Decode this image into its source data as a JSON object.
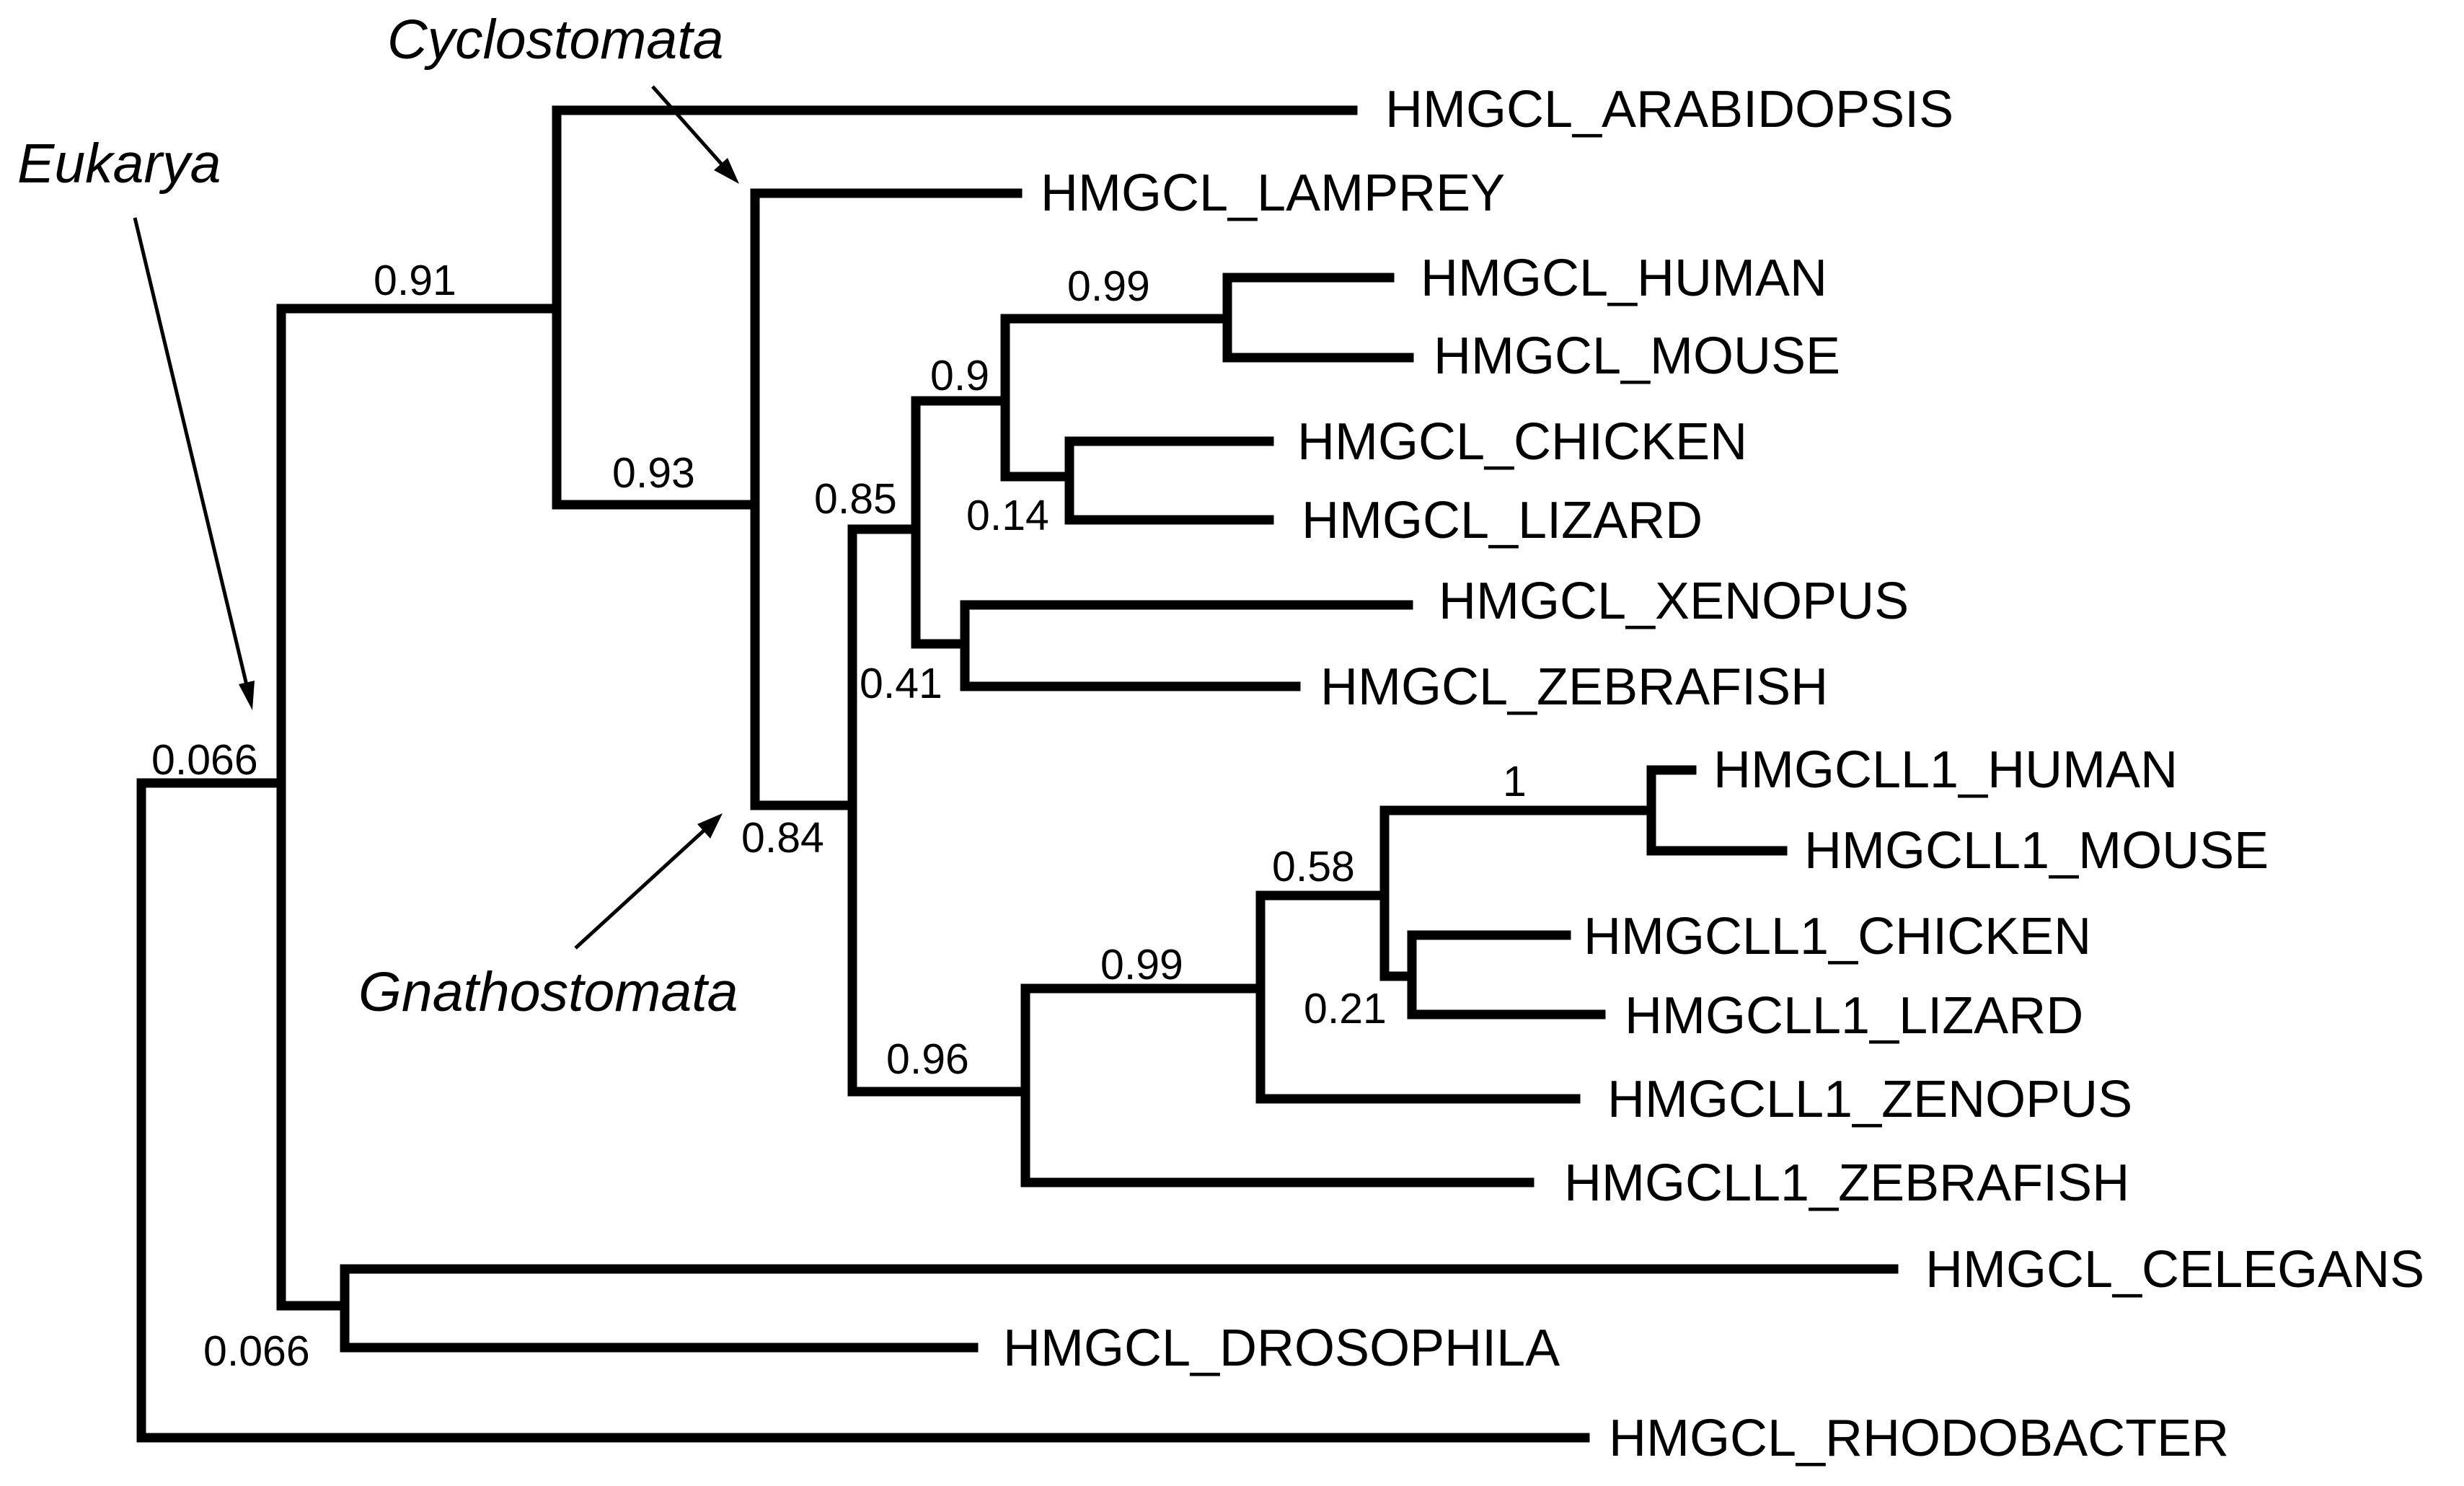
{
  "tree": {
    "leaves": {
      "arabidopsis": "HMGCL_ARABIDOPSIS",
      "lamprey": "HMGCL_LAMPREY",
      "human": "HMGCL_HUMAN",
      "mouse": "HMGCL_MOUSE",
      "chicken": "HMGCL_CHICKEN",
      "lizard": "HMGCL_LIZARD",
      "xenopus": "HMGCL_XENOPUS",
      "zebrafish": "HMGCL_ZEBRAFISH",
      "l1_human": "HMGCLL1_HUMAN",
      "l1_mouse": "HMGCLL1_MOUSE",
      "l1_chicken": "HMGCLL1_CHICKEN",
      "l1_lizard": "HMGCLL1_LIZARD",
      "l1_zenopus": "HMGCLL1_ZENOPUS",
      "l1_zebrafish": "HMGCLL1_ZEBRAFISH",
      "celegans": "HMGCL_CELEGANS",
      "drosophila": "HMGCL_DROSOPHILA",
      "rhodobacter": "HMGCL_RHODOBACTER"
    },
    "support": {
      "root": "0.066",
      "euk_to_plant_vert": "0.91",
      "vertebrates": "0.93",
      "gnathostomata": "0.84",
      "hmgcl_group": "0.85",
      "hmgcll1_group": "0.96",
      "amniota": "0.9",
      "xen_zeb": "0.41",
      "mammals": "0.99",
      "chicken_lizard": "0.14",
      "l1_tetrapods": "0.99",
      "l1_amniota": "0.58",
      "l1_mammals": "1",
      "l1_chicken_lizard": "0.21",
      "invertebrates": "0.066"
    },
    "clades": {
      "eukarya": "Eukarya",
      "cyclostomata": "Cyclostomata",
      "gnathostomata": "Gnathostomata"
    }
  }
}
